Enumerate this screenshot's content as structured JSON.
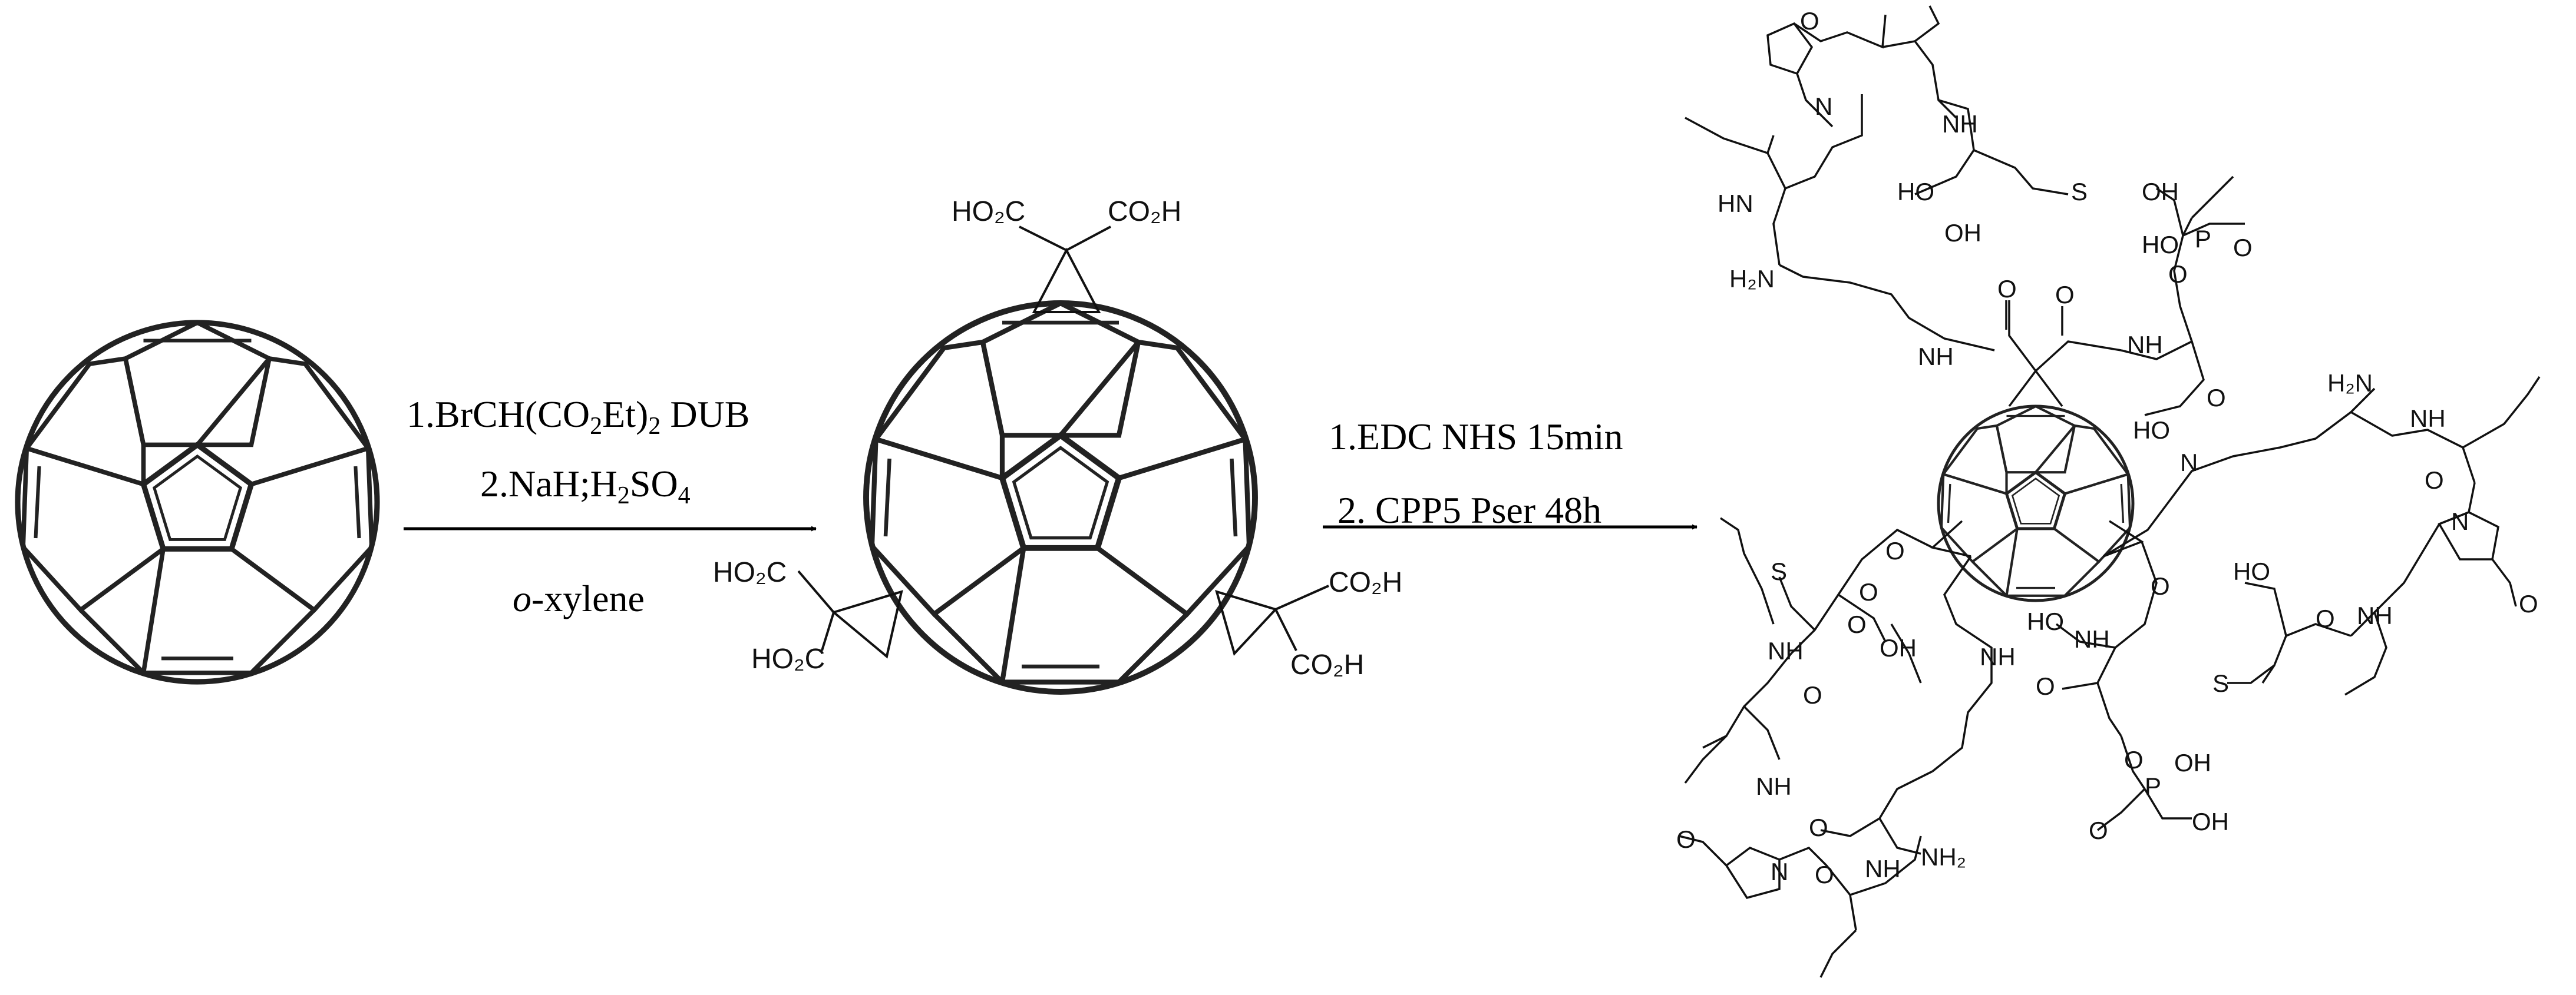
{
  "steps": [
    {
      "line1": {
        "text": "1.BrCH(CO",
        "sub1": "2",
        "mid": "Et)",
        "sub2": "2",
        "tail": "  DUB"
      },
      "line2": {
        "text": "2.NaH;H",
        "sub1": "2",
        "mid": "SO",
        "sub2": "4"
      },
      "solvent": {
        "italic": "o",
        "rest": "-xylene"
      }
    },
    {
      "line1": "1.EDC  NHS  15min",
      "line2": "2. CPP5   Pser  48h"
    }
  ],
  "malonate_labels": {
    "top_left": "HO₂C",
    "top_right": "CO₂H",
    "left_a": "HO₂C",
    "left_b": "HO₂C",
    "right_a": "CO₂H",
    "right_b": "CO₂H"
  },
  "product_labels": {
    "n": "N",
    "nh": "NH",
    "hn": "HN",
    "h2n": "H₂N",
    "nh2": "NH₂",
    "o": "O",
    "oh": "OH",
    "ho": "HO",
    "p": "P",
    "s": "S"
  }
}
